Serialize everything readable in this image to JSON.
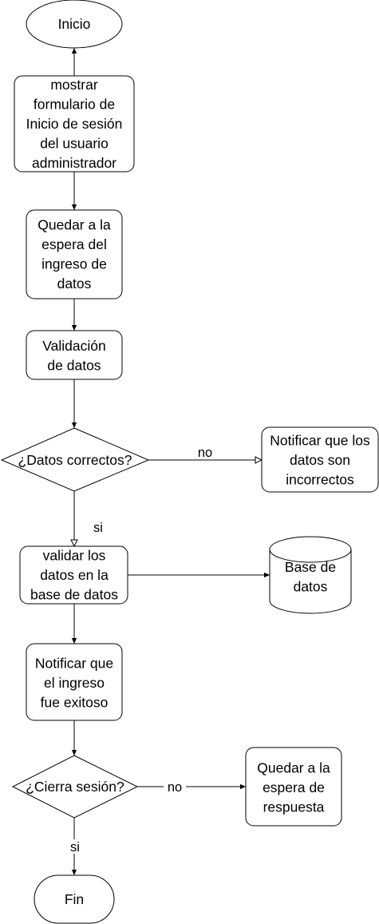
{
  "nodes": {
    "inicio": {
      "lines": [
        "Inicio"
      ]
    },
    "mostrar_formulario": {
      "lines": [
        "mostrar",
        "formulario de",
        "Inicio de sesión",
        "del usuario",
        "administrador"
      ]
    },
    "quedar_espera_ingreso": {
      "lines": [
        "Quedar a la",
        "espera del",
        "ingreso de",
        "datos"
      ]
    },
    "validacion": {
      "lines": [
        "Validación",
        "de datos"
      ]
    },
    "datos_correctos": {
      "lines": [
        "¿Datos correctos?"
      ]
    },
    "notificar_incorrectos": {
      "lines": [
        "Notificar que los",
        "datos son",
        "incorrectos"
      ]
    },
    "validar_base": {
      "lines": [
        "validar los",
        "datos en la",
        "base de datos"
      ]
    },
    "base_de_datos": {
      "lines": [
        "Base de",
        "datos"
      ]
    },
    "notificar_exitoso": {
      "lines": [
        "Notificar que",
        "el ingreso",
        "fue exitoso"
      ]
    },
    "cierra_sesion": {
      "lines": [
        "¿Cierra sesión?"
      ]
    },
    "quedar_espera_respuesta": {
      "lines": [
        "Quedar a la",
        "espera de",
        "respuesta"
      ]
    },
    "fin": {
      "lines": [
        "Fin"
      ]
    }
  },
  "edges": {
    "datos_no": "no",
    "datos_si": "si",
    "cierra_no": "no",
    "cierra_si": "si"
  }
}
